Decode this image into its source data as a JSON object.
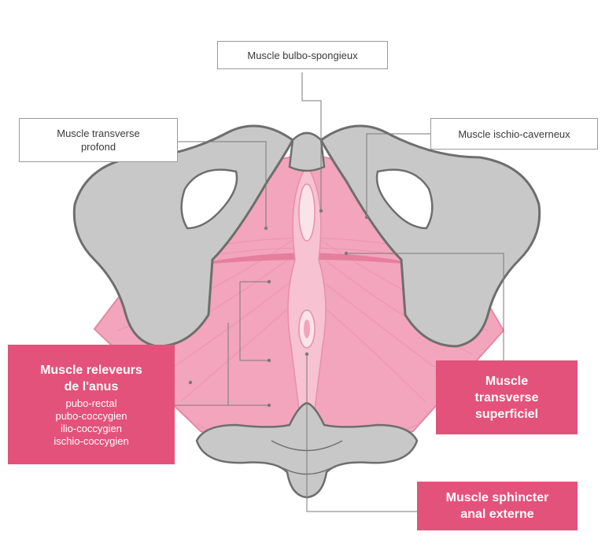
{
  "labels": {
    "bulbo": "Muscle bulbo-spongieux",
    "transverse_profond": [
      "Muscle transverse",
      "profond"
    ],
    "ischio": "Muscle ischio-caverneux",
    "releveurs": {
      "title": [
        "Muscle releveurs",
        "de l'anus"
      ],
      "parts": [
        "pubo-rectal",
        "pubo-coccygien",
        "ilio-coccygien",
        "ischio-coccygien"
      ]
    },
    "transverse_superficiel": [
      "Muscle",
      "transverse",
      "superficiel"
    ],
    "sphincter": [
      "Muscle sphincter",
      "anal externe"
    ]
  },
  "colors": {
    "accent": "#e3527a",
    "muscle": "#f2a5bd",
    "bone": "#c8c8c8",
    "bone_outline": "#6e6e6e"
  }
}
